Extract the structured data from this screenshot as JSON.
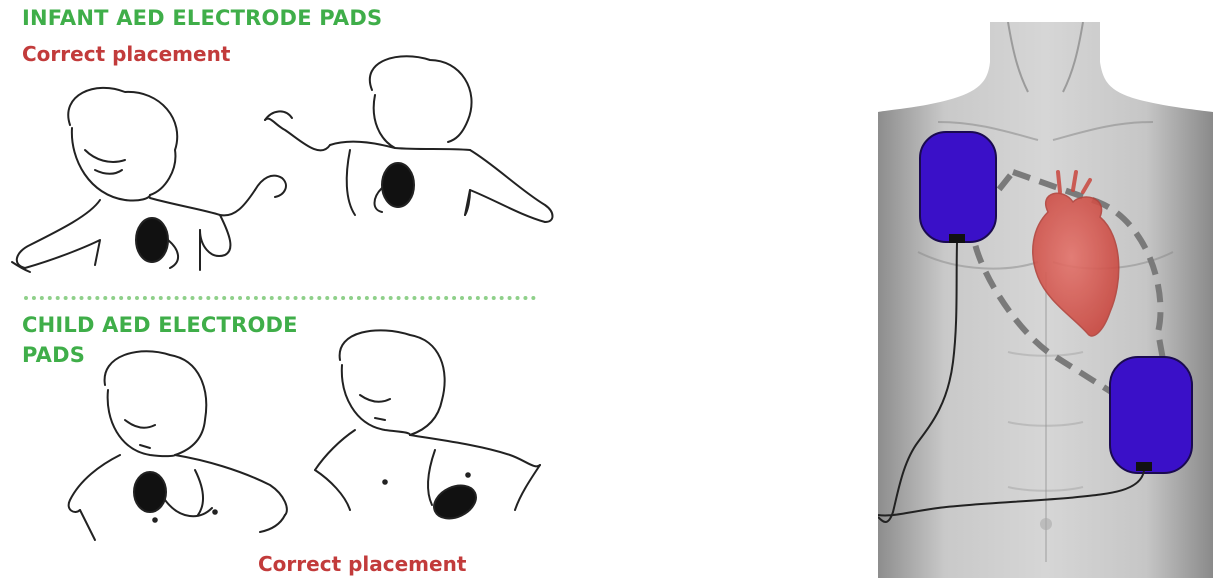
{
  "infant_section": {
    "title": "INFANT AED ELECTRODE PADS",
    "subtitle": "Correct placement"
  },
  "child_section": {
    "title": "CHILD AED ELECTRODE PADS",
    "caption": "Correct placement"
  },
  "colors": {
    "heading_green": "#3fae49",
    "caption_red": "#c23b3b",
    "pad_blue": "#3a10c8",
    "heart_red": "#d9554e",
    "divider_green": "#8fd08a"
  }
}
